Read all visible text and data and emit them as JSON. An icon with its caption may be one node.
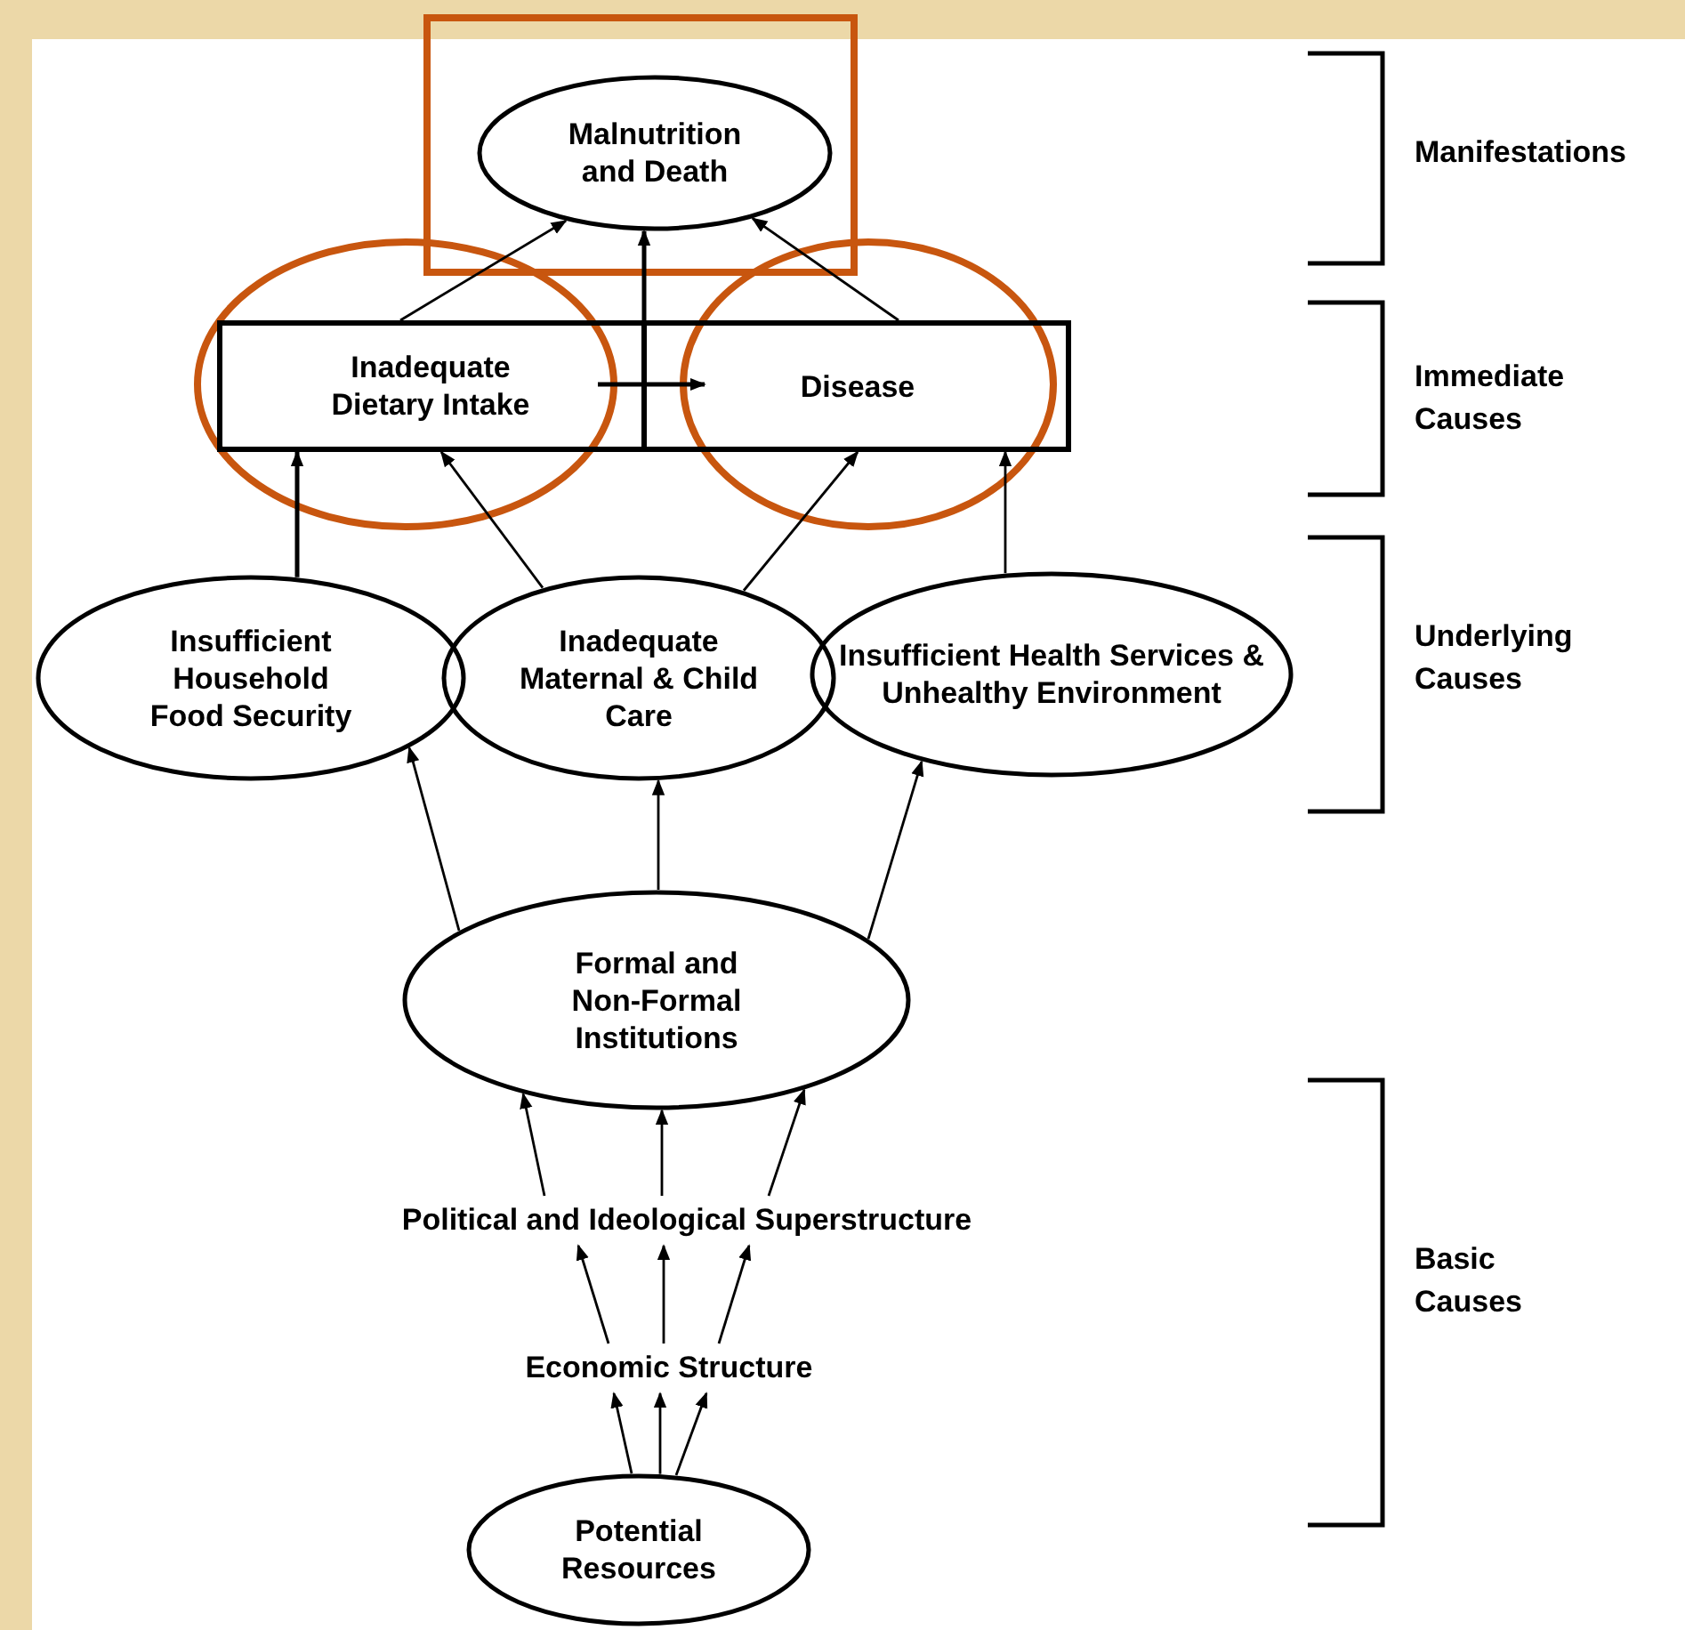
{
  "diagram": {
    "nodes": [
      {
        "text": [
          "Malnutrition and Death"
        ]
      },
      {
        "text": [],
        "shape": "box"
      },
      {
        "text": [
          "Inadequate Dietary Intake"
        ],
        "in": 1
      },
      {
        "text": [
          "Disease"
        ],
        "in": 1
      },
      {
        "text": [
          "Insufficient Household Food Security"
        ]
      },
      {
        "text": [
          "Inadequate Maternal & Child Care"
        ]
      },
      {
        "text": [
          "Insufficient Health Services & Unhealthy Environment"
        ]
      },
      {
        "text": [
          "Formal and Non-Formal Institutions"
        ]
      },
      {
        "text": [
          "Political and Ideological Superstructure"
        ]
      },
      {
        "text": [
          "Economic Structure"
        ]
      },
      {
        "text": [
          "Potential Resources"
        ]
      }
    ],
    "edges": [
      {
        "from": 2,
        "to": 0,
        "arrow": "to"
      },
      {
        "from": 3,
        "to": 0,
        "arrow": "to"
      },
      {
        "from": 1,
        "to": 0,
        "arrow": "to"
      },
      {
        "from": 2,
        "to": 3,
        "arrow": "to"
      },
      {
        "from": 4,
        "to": 2,
        "arrow": "to"
      },
      {
        "from": 5,
        "to": 2,
        "arrow": "to"
      },
      {
        "from": 5,
        "to": 3,
        "arrow": "to"
      },
      {
        "from": 6,
        "to": 3,
        "arrow": "to"
      },
      {
        "from": 7,
        "to": 4,
        "arrow": "to"
      },
      {
        "from": 7,
        "to": 5,
        "arrow": "to"
      },
      {
        "from": 7,
        "to": 6,
        "arrow": "to"
      },
      {
        "from": 8,
        "to": 7,
        "arrow": "to"
      },
      {
        "from": 8,
        "to": 7,
        "arrow": "to"
      },
      {
        "from": 8,
        "to": 7,
        "arrow": "to"
      },
      {
        "from": 9,
        "to": 8,
        "arrow": "to"
      },
      {
        "from": 9,
        "to": 8,
        "arrow": "to"
      },
      {
        "from": 9,
        "to": 8,
        "arrow": "to"
      },
      {
        "from": 10,
        "to": 9,
        "arrow": "to"
      },
      {
        "from": 10,
        "to": 9,
        "arrow": "to"
      },
      {
        "from": 10,
        "to": 9,
        "arrow": "to"
      }
    ],
    "labels": [
      "Manifestations",
      "Immediate Causes",
      "Underlying Causes",
      "Basic Causes"
    ]
  }
}
